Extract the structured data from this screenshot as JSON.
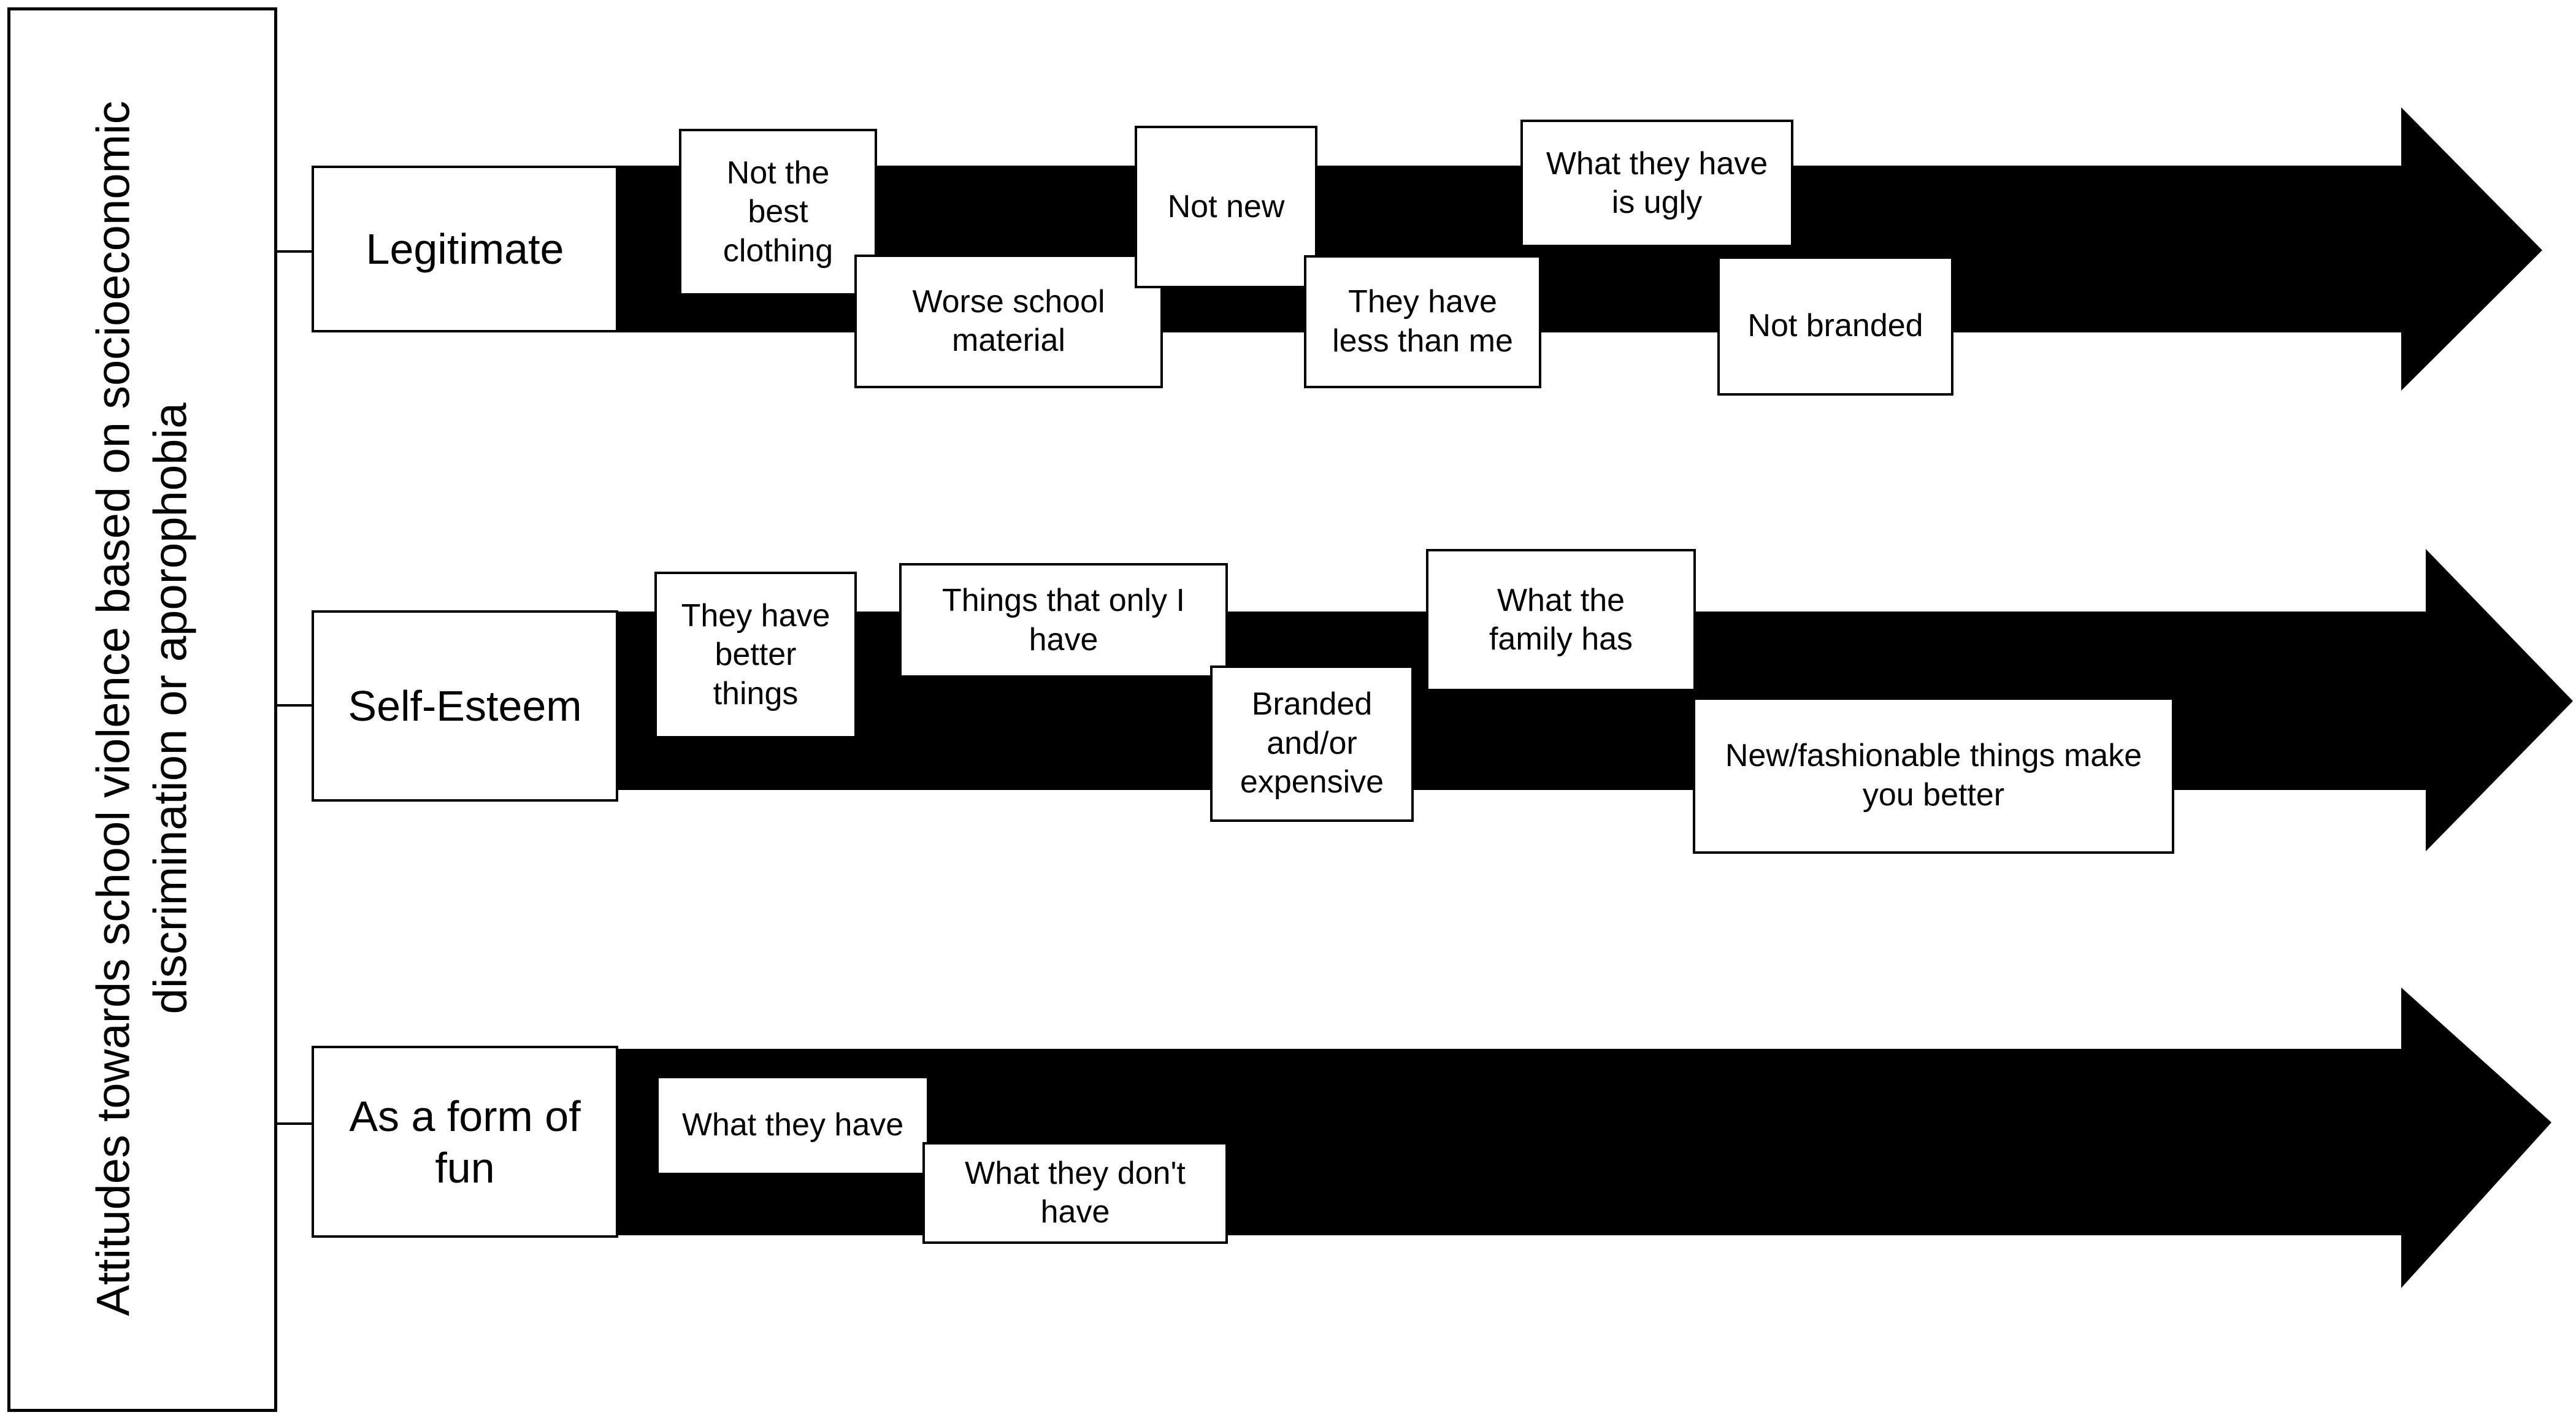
{
  "side_label": "Attitudes towards school violence based on socioeconomic\ndiscrimination or aporophobia",
  "rows": [
    {
      "category": "Legitimate",
      "items": [
        "Not the\nbest\nclothing",
        "Worse school\nmaterial",
        "Not new",
        "They have\nless than me",
        "What they have\nis ugly",
        "Not branded"
      ]
    },
    {
      "category": "Self-Esteem",
      "items": [
        "They have\nbetter\nthings",
        "Things that only I\nhave",
        "Branded\nand/or\nexpensive",
        "What the\nfamily has",
        "New/fashionable things make\nyou better"
      ]
    },
    {
      "category": "As a form of\nfun",
      "items": [
        "What they have",
        "What they don't\nhave"
      ]
    }
  ]
}
